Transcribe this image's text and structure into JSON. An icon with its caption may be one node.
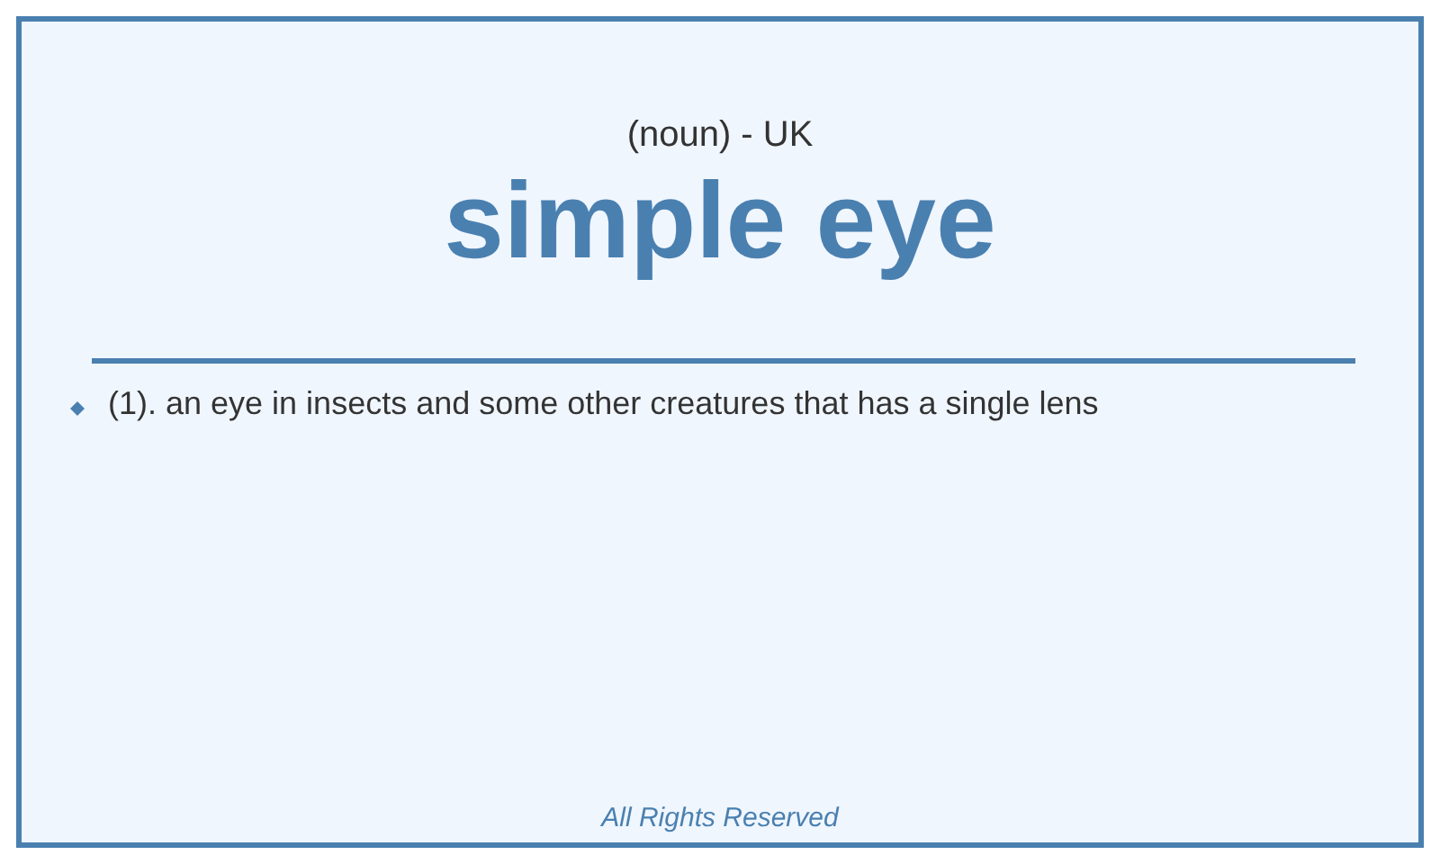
{
  "diagram": {
    "title": "simple eye",
    "labels": [
      "(noun) - UK",
      "(1). an eye in insects and some other creatures that has a single lens",
      "All Rights Reserved"
    ]
  }
}
